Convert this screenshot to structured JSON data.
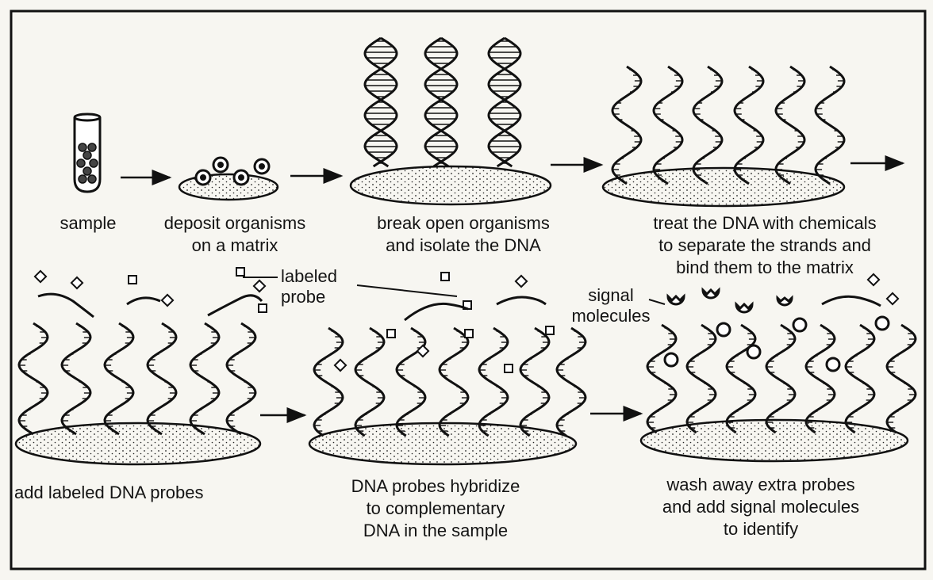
{
  "diagram": {
    "steps": [
      {
        "id": "sample",
        "lines": [
          "sample"
        ]
      },
      {
        "id": "deposit",
        "lines": [
          "deposit organisms",
          "on a matrix"
        ]
      },
      {
        "id": "break",
        "lines": [
          "break open organisms",
          "and isolate the DNA"
        ]
      },
      {
        "id": "treat",
        "lines": [
          "treat the DNA with chemicals",
          "to separate the strands and",
          "bind them to the matrix"
        ]
      },
      {
        "id": "add-probes",
        "lines": [
          "add labeled DNA probes"
        ]
      },
      {
        "id": "hybridize",
        "lines": [
          "DNA probes hybridize",
          "to complementary",
          "DNA in the sample"
        ]
      },
      {
        "id": "wash",
        "lines": [
          "wash away extra probes",
          "and add signal molecules",
          "to identify"
        ]
      }
    ],
    "callouts": {
      "labeled_probe": [
        "labeled",
        "probe"
      ],
      "signal_molecules": [
        "signal",
        "molecules"
      ]
    }
  }
}
